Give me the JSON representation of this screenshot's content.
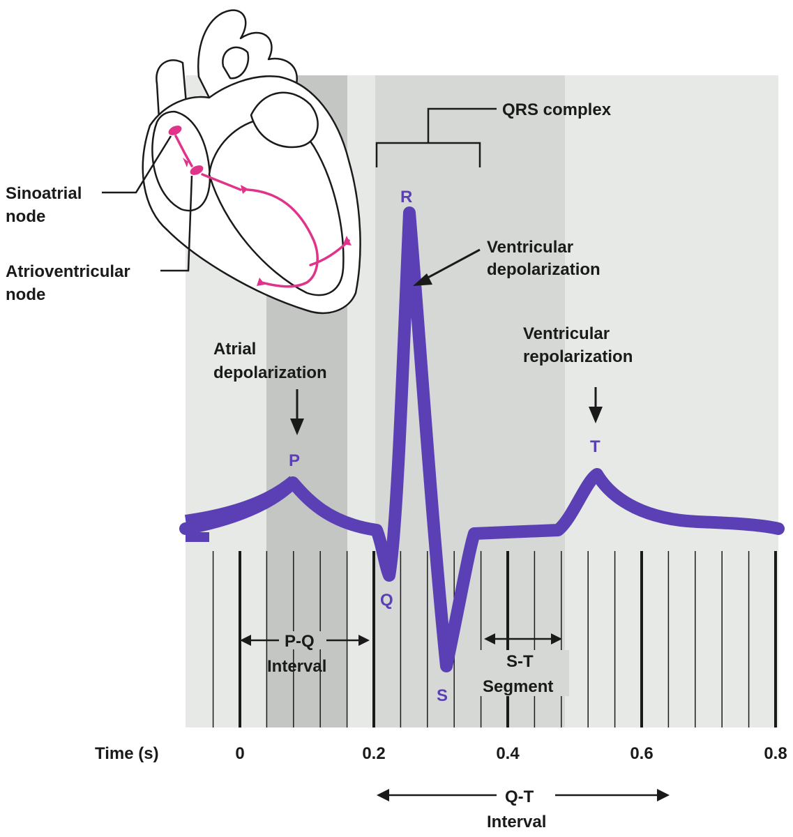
{
  "heart_labels": {
    "sa_line1": "Sinoatrial",
    "sa_line2": "node",
    "av_line1": "Atrioventricular",
    "av_line2": "node"
  },
  "event_labels": {
    "qrs_complex": "QRS complex",
    "ventricular_depolarization_1": "Ventricular",
    "ventricular_depolarization_2": "depolarization",
    "atrial_depolarization_1": "Atrial",
    "atrial_depolarization_2": "depolarization",
    "ventricular_repolarization_1": "Ventricular",
    "ventricular_repolarization_2": "repolarization"
  },
  "waves": {
    "P": "P",
    "Q": "Q",
    "R": "R",
    "S": "S",
    "T": "T"
  },
  "intervals": {
    "pq_1": "P-Q",
    "pq_2": "Interval",
    "st_1": "S-T",
    "st_2": "Segment",
    "qt_1": "Q-T",
    "qt_2": "Interval"
  },
  "axis": {
    "label": "Time (s)",
    "ticks": [
      "0",
      "0.2",
      "0.4",
      "0.6",
      "0.8"
    ]
  },
  "colors": {
    "trace": "#5a3fb5",
    "conduction": "#e0338a",
    "band_light": "#e6e9e6",
    "band_mid": "#d5d8d5",
    "band_dark": "#c3c6c3"
  }
}
